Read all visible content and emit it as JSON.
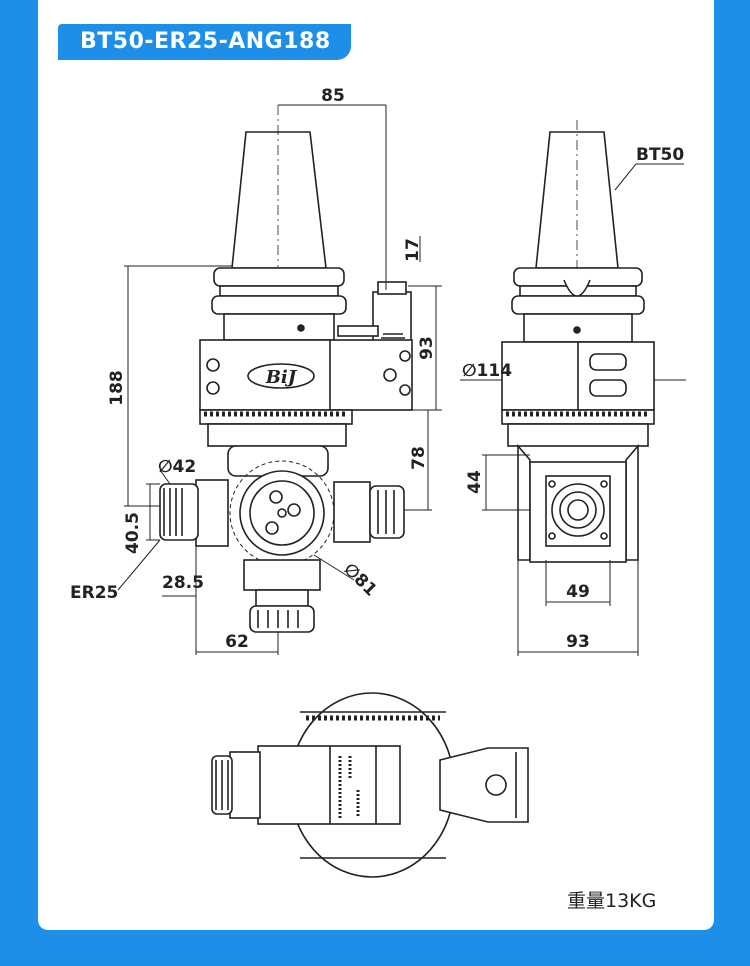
{
  "title": "BT50-ER25-ANG188",
  "weight": "重量13KG",
  "brand_logo": "BiJ",
  "dimensions": {
    "d85": "85",
    "d17": "17",
    "d93v": "93",
    "d188": "188",
    "d78": "78",
    "d42": "∅42",
    "d40_5": "40.5",
    "er25": "ER25",
    "d28_5": "28.5",
    "d81": "∅81",
    "d62": "62",
    "d114": "∅114",
    "bt50": "BT50",
    "d44": "44",
    "d49": "49",
    "d93h": "93"
  },
  "colors": {
    "background": "#1e8fe8",
    "card": "#ffffff",
    "line": "#222222"
  }
}
